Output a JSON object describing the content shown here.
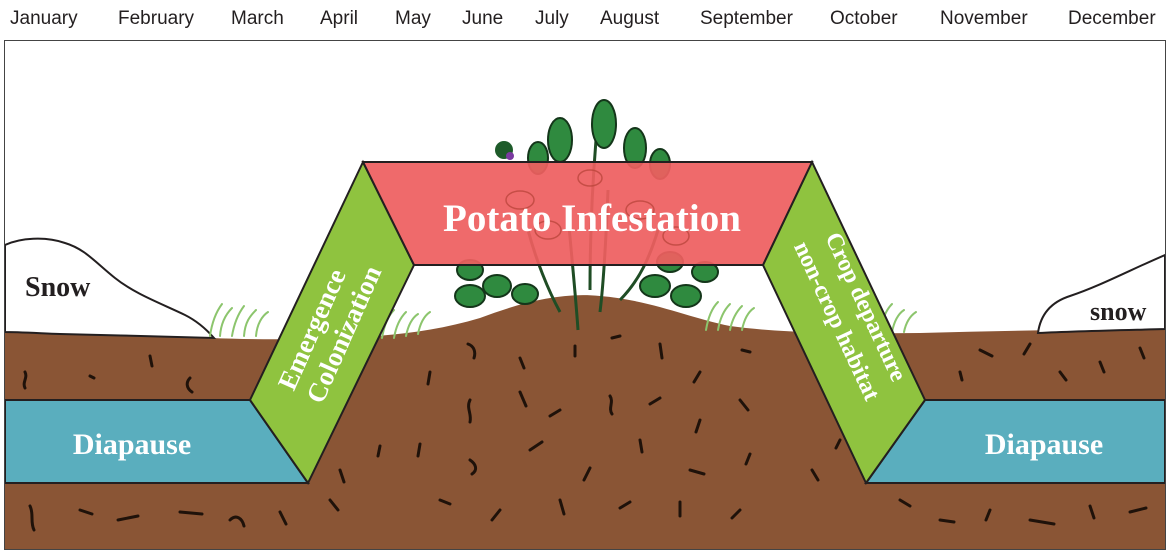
{
  "months": [
    "January",
    "February",
    "March",
    "April",
    "May",
    "June",
    "July",
    "August",
    "September",
    "October",
    "November",
    "December"
  ],
  "labels": {
    "snow_left": "Snow",
    "snow_right": "snow",
    "potato": "Potato Infestation",
    "emergence": "Emergence",
    "colonization": "Colonization",
    "crop_departure": "Crop departure",
    "non_crop_habitat": "non-crop habitat",
    "diapause_left": "Diapause",
    "diapause_right": "Diapause"
  },
  "colors": {
    "soil": "#8a5535",
    "soil_dark": "#1f120a",
    "diapause": "#5aaebe",
    "green_band": "#8fc33f",
    "potato_band": "#ee5f60",
    "snow": "#ffffff",
    "plant_leaf": "#2f8a3f",
    "grass": "#8cc56d"
  }
}
